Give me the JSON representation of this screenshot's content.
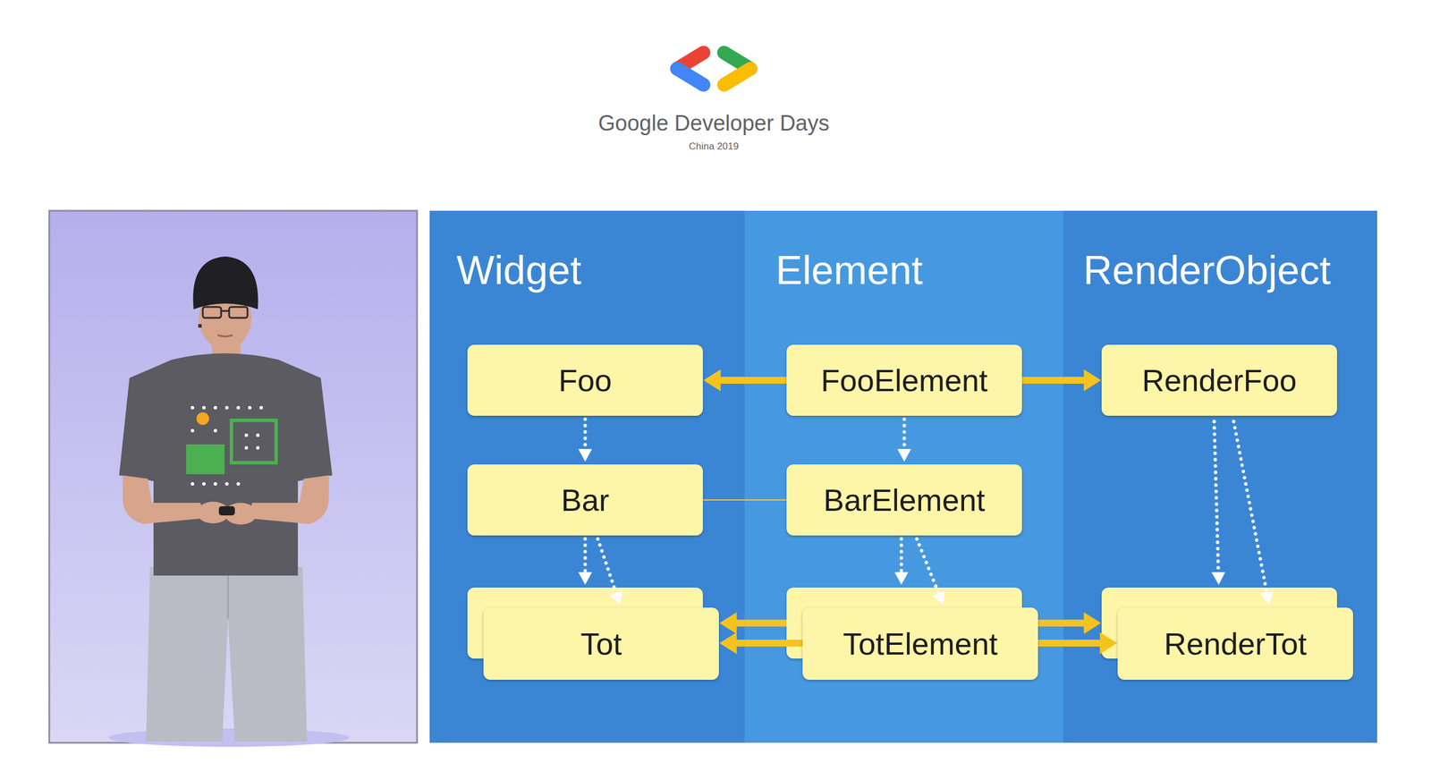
{
  "diagram": {
    "nodes": [
      {
        "text": [
          "Widget"
        ]
      },
      {
        "text": [
          "Foo"
        ],
        "in": 0
      },
      {
        "text": [
          "Bar"
        ],
        "in": 0
      },
      {
        "text": [
          "Tot"
        ],
        "in": 0
      },
      {
        "text": [
          "Element"
        ]
      },
      {
        "text": [
          "FooElement"
        ],
        "in": 4
      },
      {
        "text": [
          "BarElement"
        ],
        "in": 4
      },
      {
        "text": [
          "TotElement"
        ],
        "in": 4
      },
      {
        "text": [
          "RenderObject"
        ]
      },
      {
        "text": [
          "RenderFoo"
        ],
        "in": 8
      },
      {
        "text": [
          "RenderTot"
        ],
        "in": 8
      }
    ],
    "edges": [
      {
        "from": 5,
        "to": 1,
        "arrow": "to"
      },
      {
        "from": 5,
        "to": 9,
        "arrow": "to"
      },
      {
        "from": 1,
        "to": 2,
        "arrow": "to"
      },
      {
        "from": 2,
        "to": 3,
        "arrow": "to"
      },
      {
        "from": 2,
        "to": 3,
        "arrow": "to"
      },
      {
        "from": 2,
        "to": 6,
        "arrow": "none"
      },
      {
        "from": 5,
        "to": 6,
        "arrow": "to"
      },
      {
        "from": 6,
        "to": 7,
        "arrow": "to"
      },
      {
        "from": 6,
        "to": 7,
        "arrow": "to"
      },
      {
        "from": 9,
        "to": 10,
        "arrow": "to"
      },
      {
        "from": 9,
        "to": 10,
        "arrow": "to"
      },
      {
        "from": 7,
        "to": 3,
        "arrow": "to"
      },
      {
        "from": 7,
        "to": 3,
        "arrow": "to"
      },
      {
        "from": 7,
        "to": 10,
        "arrow": "to"
      },
      {
        "from": 7,
        "to": 10,
        "arrow": "to"
      }
    ],
    "labels": [
      "Google Developer Days",
      "China 2019"
    ]
  }
}
